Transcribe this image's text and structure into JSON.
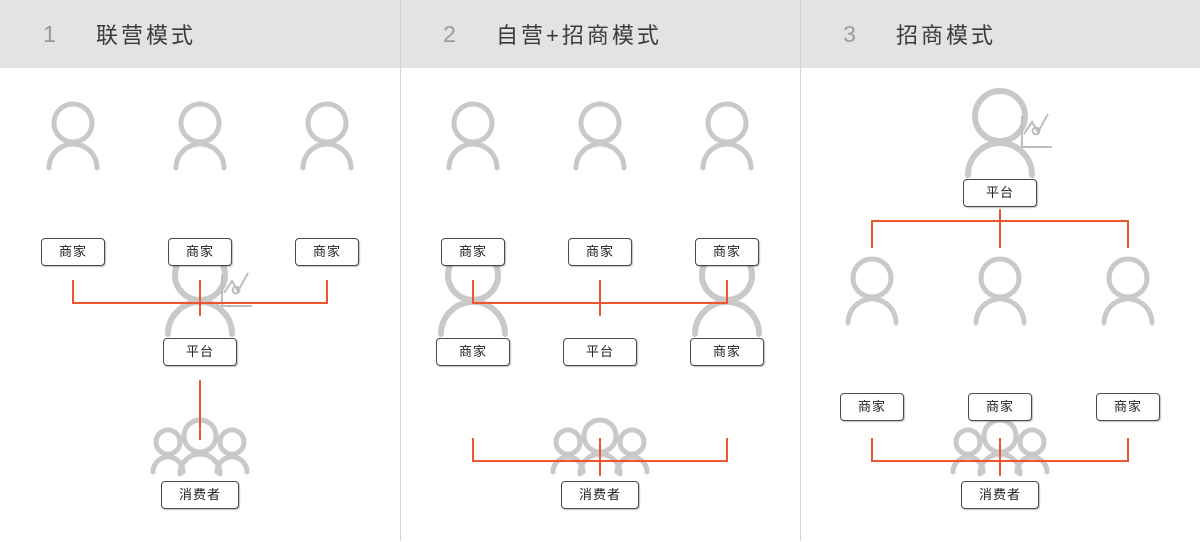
{
  "page": {
    "background": "#ffffff",
    "accent_line_color": "#ef5533",
    "figure_color": "#c9c9c9",
    "header_background": "#e3e3e3",
    "header_number_color": "#9b9b9b",
    "header_title_color": "#3b3b3b",
    "chip_border_color": "#4a4a4a"
  },
  "headers": [
    {
      "number": "1",
      "title": "联营模式"
    },
    {
      "number": "2",
      "title": "自营+招商模式"
    },
    {
      "number": "3",
      "title": "招商模式"
    }
  ],
  "panels": [
    {
      "id": "panel-1",
      "name": "联营模式",
      "nodes": {
        "merchant_top_left": "商家",
        "merchant_top_center": "商家",
        "merchant_top_right": "商家",
        "platform_middle": "平台",
        "consumer_bottom": "消费者"
      },
      "icons": {
        "merchant_top_left": "person-icon",
        "merchant_top_center": "person-icon",
        "merchant_top_right": "person-icon",
        "platform_middle": "person-with-chart-icon",
        "consumer_bottom": "people-group-icon"
      }
    },
    {
      "id": "panel-2",
      "name": "自营+招商模式",
      "nodes": {
        "merchant_top_left": "商家",
        "merchant_top_center": "商家",
        "merchant_top_right": "商家",
        "merchant_mid_left": "商家",
        "platform_mid_center": "平台",
        "merchant_mid_right": "商家",
        "consumer_bottom": "消费者"
      },
      "icons": {
        "merchant_top_left": "person-icon",
        "merchant_top_center": "person-icon",
        "merchant_top_right": "person-icon",
        "merchant_mid_left": "person-icon",
        "merchant_mid_right": "person-icon",
        "consumer_bottom": "people-group-icon"
      }
    },
    {
      "id": "panel-3",
      "name": "招商模式",
      "nodes": {
        "platform_top": "平台",
        "merchant_mid_left": "商家",
        "merchant_mid_center": "商家",
        "merchant_mid_right": "商家",
        "consumer_bottom": "消费者"
      },
      "icons": {
        "platform_top": "person-with-chart-icon",
        "merchant_mid_left": "person-icon",
        "merchant_mid_center": "person-icon",
        "merchant_mid_right": "person-icon",
        "consumer_bottom": "people-group-icon"
      }
    }
  ]
}
